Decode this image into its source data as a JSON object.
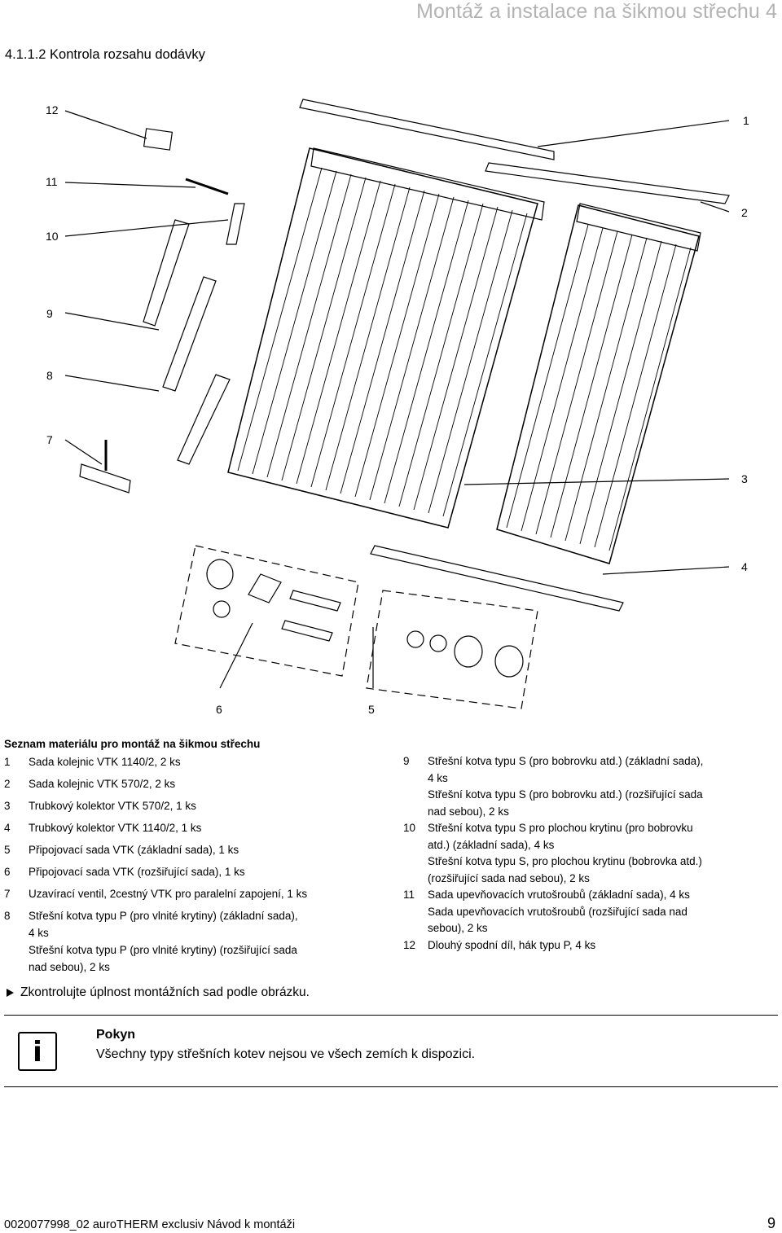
{
  "header": {
    "title": "Montáž a instalace na šikmou střechu 4"
  },
  "section": {
    "title": "4.1.1.2 Kontrola rozsahu dodávky"
  },
  "figure": {
    "callouts": {
      "c1": "1",
      "c2": "2",
      "c3": "3",
      "c4": "4",
      "c5": "5",
      "c6": "6",
      "c7": "7",
      "c8": "8",
      "c9": "9",
      "c10": "10",
      "c11": "11",
      "c12": "12"
    }
  },
  "list": {
    "title": "Seznam materiálu pro montáž na šikmou střechu",
    "left": [
      {
        "num": "1",
        "lines": [
          "Sada kolejnic VTK 1140/2, 2 ks"
        ]
      },
      {
        "num": "2",
        "lines": [
          "Sada kolejnic VTK 570/2, 2 ks"
        ]
      },
      {
        "num": "3",
        "lines": [
          "Trubkový kolektor VTK 570/2, 1 ks"
        ]
      },
      {
        "num": "4",
        "lines": [
          "Trubkový kolektor VTK 1140/2, 1 ks"
        ]
      },
      {
        "num": "5",
        "lines": [
          "Připojovací sada VTK (základní sada), 1 ks"
        ]
      },
      {
        "num": "6",
        "lines": [
          "Připojovací sada VTK (rozšiřující sada), 1 ks"
        ]
      },
      {
        "num": "7",
        "lines": [
          "Uzavírací ventil, 2cestný VTK pro paralelní zapojení, 1 ks"
        ]
      },
      {
        "num": "8",
        "lines": [
          "Střešní kotva typu P (pro vlnité krytiny) (základní sada),",
          "4 ks",
          "Střešní kotva typu P (pro vlnité krytiny) (rozšiřující sada",
          "nad sebou), 2 ks"
        ]
      }
    ],
    "right": [
      {
        "num": "9",
        "lines": [
          "Střešní kotva typu S (pro bobrovku atd.) (základní sada),",
          "4 ks",
          "Střešní kotva typu S (pro bobrovku atd.) (rozšiřující sada",
          "nad sebou), 2 ks"
        ]
      },
      {
        "num": "10",
        "lines": [
          "Střešní kotva typu S pro plochou krytinu (pro bobrovku",
          "atd.) (základní sada), 4 ks",
          "Střešní kotva typu S, pro plochou krytinu (bobrovka atd.)",
          "(rozšiřující sada nad sebou), 2 ks"
        ]
      },
      {
        "num": "11",
        "lines": [
          "Sada upevňovacích vrutošroubů (základní sada), 4 ks",
          "Sada upevňovacích vrutošroubů (rozšiřující sada nad",
          "sebou), 2 ks"
        ]
      },
      {
        "num": "12",
        "lines": [
          "Dlouhý spodní díl, hák typu P, 4 ks"
        ]
      }
    ]
  },
  "instruction": {
    "text": "Zkontrolujte úplnost montážních sad podle obrázku."
  },
  "note": {
    "icon_letter": "i",
    "title": "Pokyn",
    "text": "Všechny typy střešních kotev nejsou ve všech zemích k dispozici."
  },
  "footer": {
    "left": "0020077998_02 auroTHERM exclusiv Návod k montáži",
    "page": "9"
  }
}
